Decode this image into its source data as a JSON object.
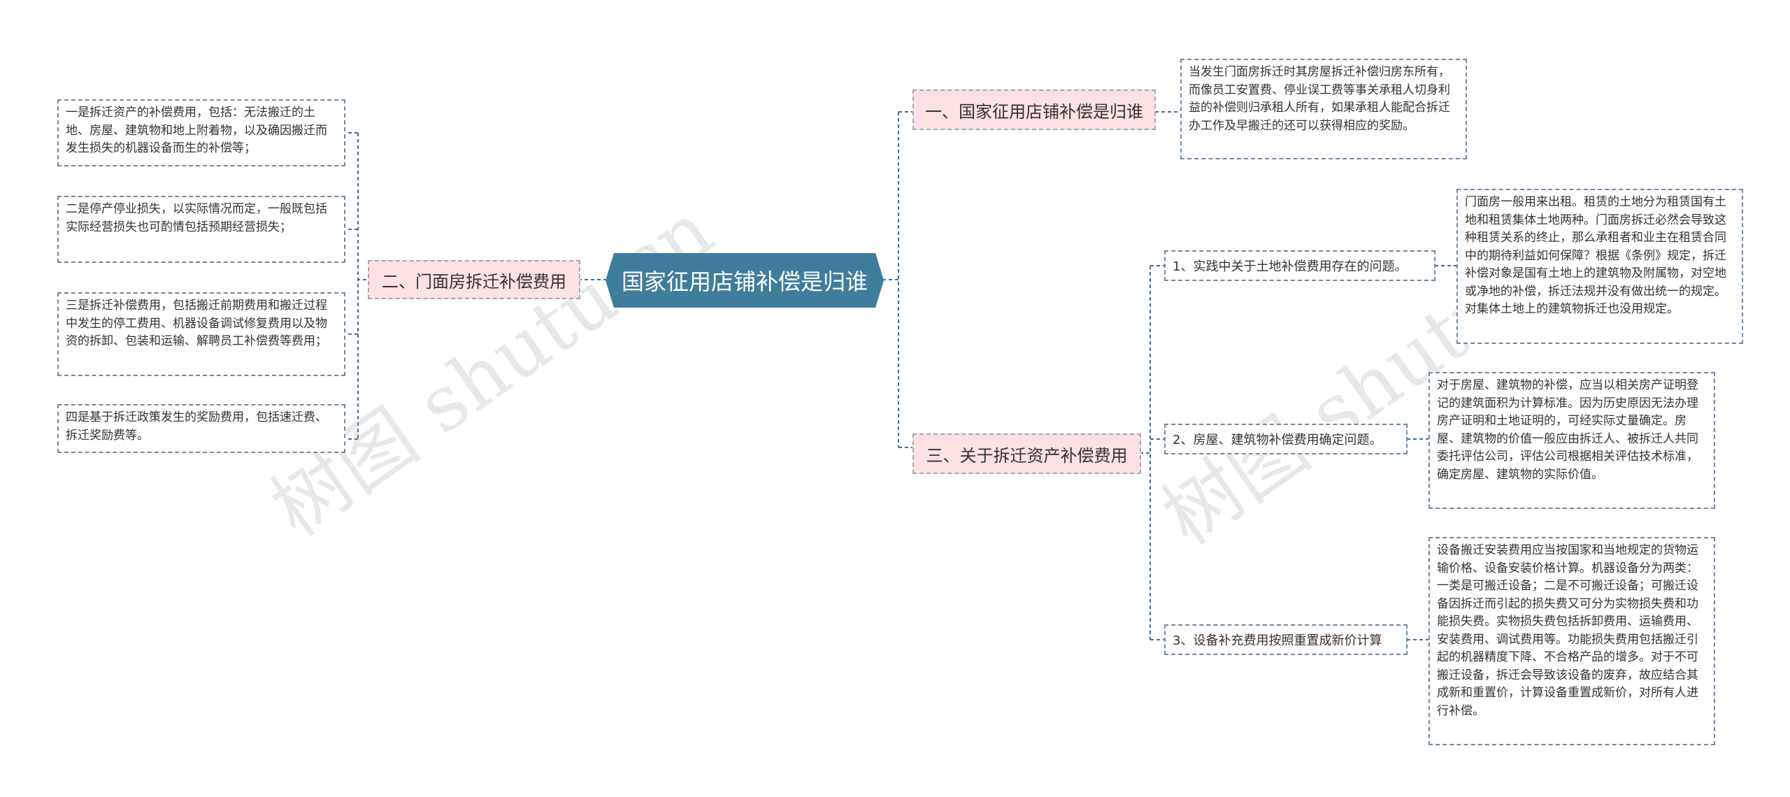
{
  "mindmap": {
    "root": "国家征用店铺补偿是归谁",
    "branches": {
      "b1": "一、国家征用店铺补偿是归谁",
      "b2": "二、门面房拆迁补偿费用",
      "b3": "三、关于拆迁资产补偿费用"
    },
    "b1_leaf": "当发生门面房拆迁时其房屋拆迁补偿归房东所有，而像员工安置费、停业误工费等事关承租人切身利益的补偿则归承租人所有，如果承租人能配合拆迁办工作及早搬迁的还可以获得相应的奖励。",
    "b2_leaves": [
      "一是拆迁资产的补偿费用，包括：无法搬迁的土地、房屋、建筑物和地上附着物，以及确因搬迁而发生损失的机器设备而生的补偿等；",
      "二是停产停业损失，以实际情况而定，一般既包括实际经营损失也可酌情包括预期经营损失；",
      "三是拆迁补偿费用，包括搬迁前期费用和搬迁过程中发生的停工费用、机器设备调试修复费用以及物资的拆卸、包装和运输、解聘员工补偿费等费用；",
      "四是基于拆迁政策发生的奖励费用，包括速迁费、拆迁奖励费等。"
    ],
    "b3_subs": [
      "1、实践中关于土地补偿费用存在的问题。",
      "2、房屋、建筑物补偿费用确定问题。",
      "3、设备补充费用按照重置成新价计算"
    ],
    "b3_leaves": [
      "门面房一般用来出租。租赁的土地分为租赁国有土地和租赁集体土地两种。门面房拆迁必然会导致这种租赁关系的终止，那么承租者和业主在租赁合同中的期待利益如何保障？根据《条例》规定，拆迁补偿对象是国有土地上的建筑物及附属物，对空地或净地的补偿，拆迁法规并没有做出统一的规定。对集体土地上的建筑物拆迁也没用规定。",
      "对于房屋、建筑物的补偿，应当以相关房产证明登记的建筑面积为计算标准。因为历史原因无法办理房产证明和土地证明的，可经实际丈量确定。房屋、建筑物的价值一般应由拆迁人、被拆迁人共同委托评估公司，评估公司根据相关评估技术标准，确定房屋、建筑物的实际价值。",
      "设备搬迁安装费用应当按国家和当地规定的货物运输价格、设备安装价格计算。机器设备分为两类：一类是可搬迁设备；二是不可搬迁设备；可搬迁设备因拆迁而引起的损失费又可分为实物损失费和功能损失费。实物损失费包括拆卸费用、运输费用、安装费用、调试费用等。功能损失费用包括搬迁引起的机器精度下降、不合格产品的增多。对于不可搬迁设备，拆迁会导致该设备的废弃，故应结合其成新和重置价，计算设备重置成新价，对所有人进行补偿。"
    ]
  },
  "watermark": {
    "left": "树图 shutu.cn",
    "right": "树图 shutu"
  },
  "colors": {
    "root_fill": "#3f7d9c",
    "branch_fill": "#fbe1e1",
    "connector": "#3f6f9a"
  }
}
